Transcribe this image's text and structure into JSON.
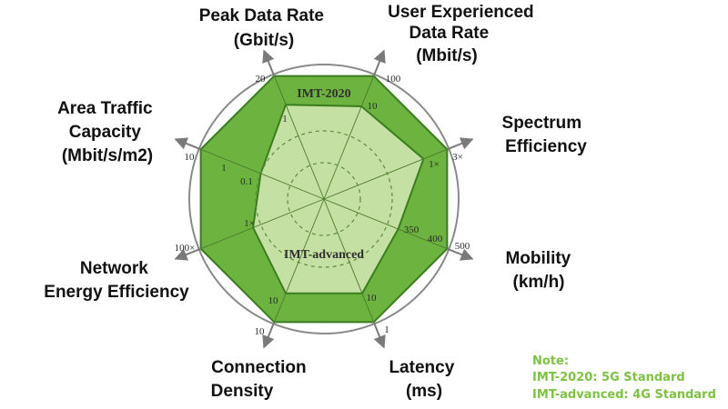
{
  "chart_data": {
    "type": "radar",
    "axes": [
      {
        "label": [
          "Peak Data Rate",
          "(Gbit/s)"
        ],
        "ticks": [
          "1",
          "20"
        ]
      },
      {
        "label": [
          "User Experienced",
          "Data Rate",
          "(Mbit/s)"
        ],
        "ticks": [
          "10",
          "100"
        ]
      },
      {
        "label": [
          "Spectrum",
          "Efficiency"
        ],
        "ticks": [
          "1×",
          "3×"
        ]
      },
      {
        "label": [
          "Mobility",
          "(km/h)"
        ],
        "ticks": [
          "350",
          "400",
          "500"
        ]
      },
      {
        "label": [
          "Latency",
          "(ms)"
        ],
        "ticks": [
          "10",
          "1"
        ]
      },
      {
        "label": [
          "Connection",
          "Density"
        ],
        "ticks": [
          "10",
          "10"
        ]
      },
      {
        "label": [
          "Network",
          "Energy Efficiency"
        ],
        "ticks": [
          "1×",
          "100×"
        ]
      },
      {
        "label": [
          "Area Traffic",
          "Capacity",
          "(Mbit/s/m2)"
        ],
        "ticks": [
          "0.1",
          "1",
          "10"
        ]
      }
    ],
    "series": [
      {
        "name": "IMT-2020",
        "color": "#6db33f",
        "values": [
          20,
          100,
          "3×",
          500,
          1,
          "10",
          "100×",
          10
        ]
      },
      {
        "name": "IMT-advanced",
        "color": "#c5e0a3",
        "values": [
          1,
          10,
          "1×",
          350,
          10,
          "10",
          "1×",
          0.1
        ]
      }
    ],
    "note": {
      "title": "Note:",
      "lines": [
        "IMT-2020: 5G Standard",
        "IMT-advanced: 4G Standard"
      ],
      "color": "#7dc242"
    }
  }
}
